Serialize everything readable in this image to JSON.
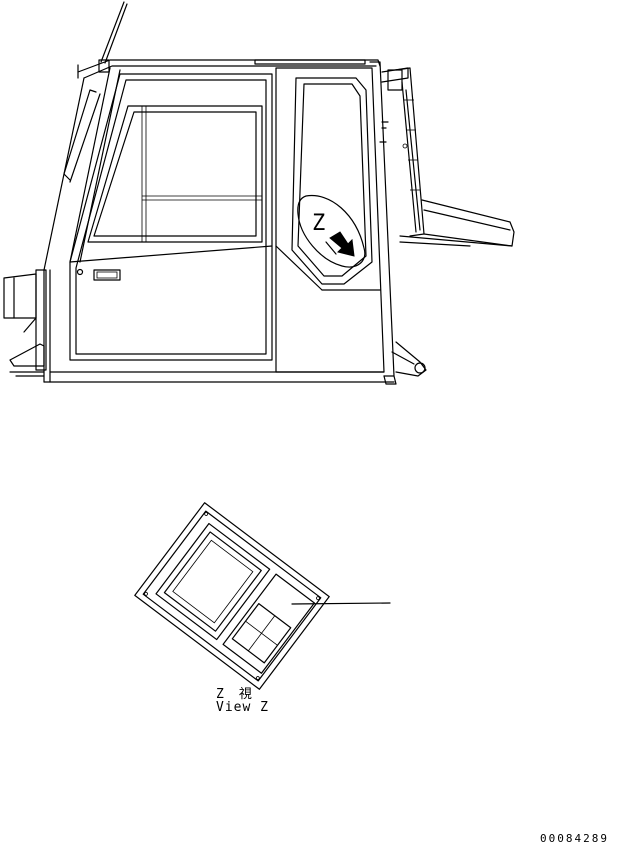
{
  "callout": {
    "letter": "Z"
  },
  "view_label": {
    "jp": "Z　視",
    "en": "View Z"
  },
  "drawing_number": "00084289"
}
